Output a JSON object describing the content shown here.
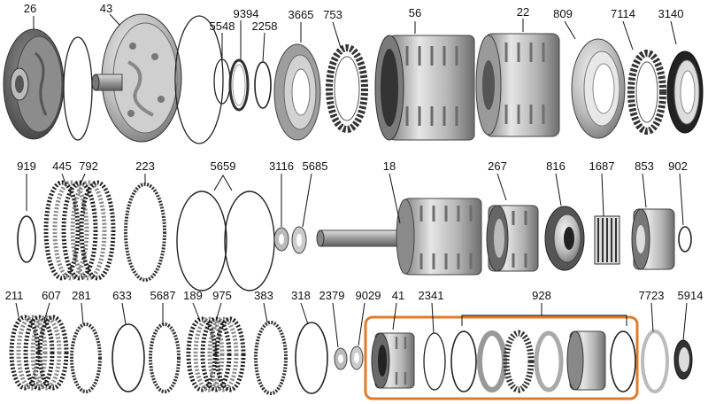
{
  "diagram": {
    "rows": [
      {
        "name": "row-1",
        "parts": [
          {
            "id": "26",
            "label": "26",
            "kind": "pump-cover-plate"
          },
          {
            "id": "43",
            "label": "43",
            "kind": "pump-body"
          },
          {
            "id": "5548",
            "label": "5548",
            "kind": "seal-ring"
          },
          {
            "id": "9394",
            "label": "9394",
            "kind": "seal-ring"
          },
          {
            "id": "2258",
            "label": "2258",
            "kind": "seal-ring"
          },
          {
            "id": "3665",
            "label": "3665",
            "kind": "thrust-plate"
          },
          {
            "id": "753",
            "label": "753",
            "kind": "roller-bearing"
          },
          {
            "id": "56",
            "label": "56",
            "kind": "drum"
          },
          {
            "id": "22",
            "label": "22",
            "kind": "drum"
          },
          {
            "id": "809",
            "label": "809",
            "kind": "piston"
          },
          {
            "id": "7114",
            "label": "7114",
            "kind": "roller-bearing"
          },
          {
            "id": "3140",
            "label": "3140",
            "kind": "seal"
          }
        ]
      },
      {
        "name": "row-2",
        "parts": [
          {
            "id": "919",
            "label": "919",
            "kind": "snap-ring"
          },
          {
            "id": "445",
            "label": "445",
            "kind": "clutch-pack"
          },
          {
            "id": "792",
            "label": "792",
            "kind": "clutch-pack"
          },
          {
            "id": "223",
            "label": "223",
            "kind": "friction-plate"
          },
          {
            "id": "5659",
            "label": "5659",
            "kind": "snap-ring-pair"
          },
          {
            "id": "3116",
            "label": "3116",
            "kind": "washer"
          },
          {
            "id": "5685",
            "label": "5685",
            "kind": "washer"
          },
          {
            "id": "18",
            "label": "18",
            "kind": "input-shaft-drum"
          },
          {
            "id": "267",
            "label": "267",
            "kind": "planetary"
          },
          {
            "id": "816",
            "label": "816",
            "kind": "piston"
          },
          {
            "id": "1687",
            "label": "1687",
            "kind": "sprag"
          },
          {
            "id": "853",
            "label": "853",
            "kind": "one-way-clutch"
          },
          {
            "id": "902",
            "label": "902",
            "kind": "snap-ring"
          }
        ]
      },
      {
        "name": "row-3",
        "parts": [
          {
            "id": "211",
            "label": "211",
            "kind": "clutch-pack"
          },
          {
            "id": "607",
            "label": "607",
            "kind": "clutch-pack"
          },
          {
            "id": "281",
            "label": "281",
            "kind": "friction-plate"
          },
          {
            "id": "633",
            "label": "633",
            "kind": "snap-ring"
          },
          {
            "id": "5687",
            "label": "5687",
            "kind": "friction-plate"
          },
          {
            "id": "189",
            "label": "189",
            "kind": "clutch-pack"
          },
          {
            "id": "975",
            "label": "975",
            "kind": "clutch-pack"
          },
          {
            "id": "383",
            "label": "383",
            "kind": "friction-plate"
          },
          {
            "id": "318",
            "label": "318",
            "kind": "snap-ring"
          },
          {
            "id": "2379",
            "label": "2379",
            "kind": "washer"
          },
          {
            "id": "9029",
            "label": "9029",
            "kind": "washer"
          },
          {
            "id": "41",
            "label": "41",
            "kind": "hub"
          },
          {
            "id": "2341",
            "label": "2341",
            "kind": "ring"
          },
          {
            "id": "928",
            "label": "928",
            "kind": "kit-group"
          },
          {
            "id": "7723",
            "label": "7723",
            "kind": "ring"
          },
          {
            "id": "5914",
            "label": "5914",
            "kind": "washer"
          }
        ]
      }
    ],
    "highlight": {
      "color": "#e07b2a",
      "group": "928"
    },
    "colors": {
      "metal_light": "#d8d8d8",
      "metal_mid": "#a9a9a9",
      "metal_dark": "#5a5a5a",
      "friction": "#444444",
      "ink": "#111111"
    }
  }
}
